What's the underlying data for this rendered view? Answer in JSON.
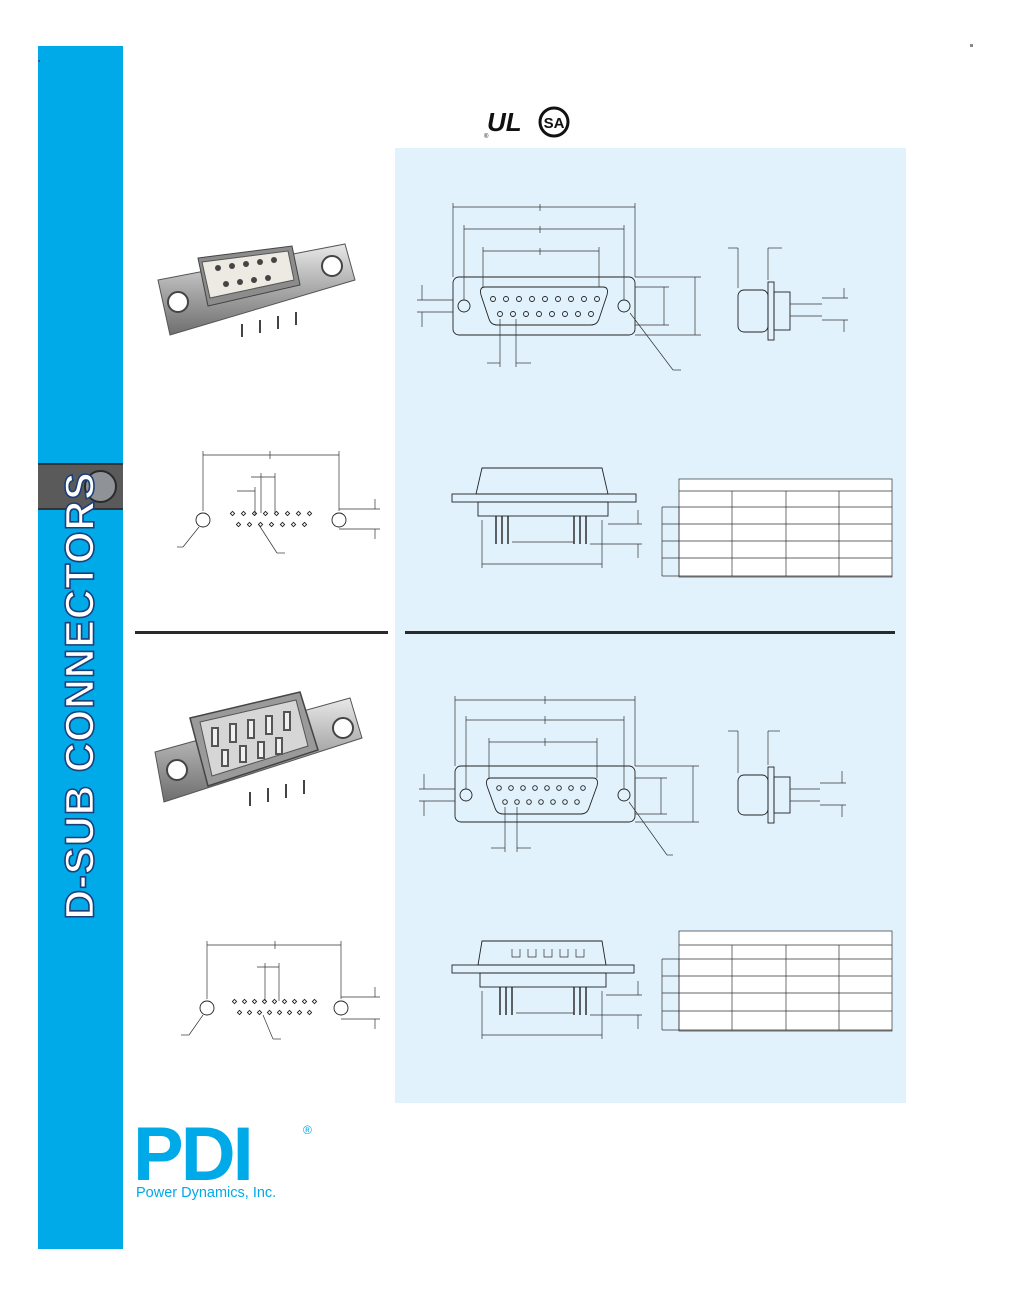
{
  "sidebar": {
    "title": "D-SUB CONNECTORS",
    "accent_color": "#00a9e8",
    "outline_color": "#1a3f7a"
  },
  "certifications": {
    "ul_mark": "UL",
    "csa_mark": "SA"
  },
  "brand": {
    "logo_text": "PDI",
    "registered_mark": "®",
    "company_name": "Power Dynamics, Inc.",
    "logo_color": "#00a9e8"
  },
  "panel": {
    "background_color": "#e1f2fc"
  },
  "icons": {
    "sidebar_tab": "circle-knob-icon",
    "ul": "ul-listed-icon",
    "csa": "csa-certified-icon"
  }
}
